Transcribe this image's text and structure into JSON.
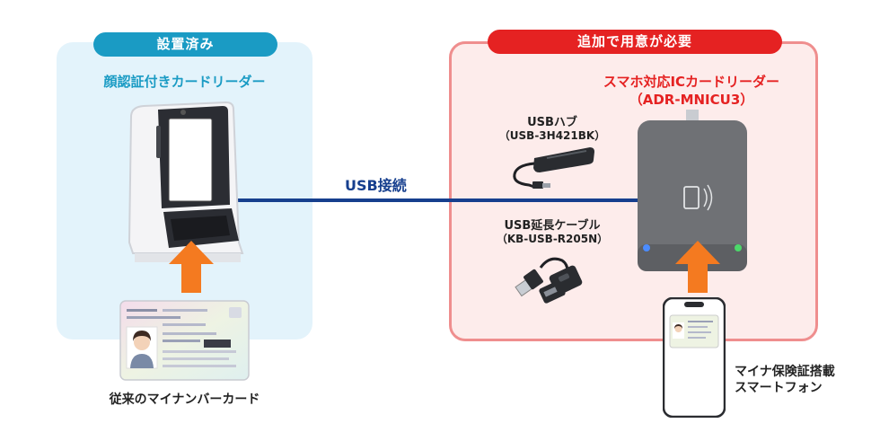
{
  "left_panel": {
    "badge": "設置済み",
    "title": "顔認証付きカードリーダー"
  },
  "right_panel": {
    "badge": "追加で用意が必要",
    "reader_title": "スマホ対応ICカードリーダー",
    "reader_model": "（ADR-MNICU3）",
    "hub_title": "USBハブ",
    "hub_model": "（USB-3H421BK）",
    "cable_title": "USB延長ケーブル",
    "cable_model": "（KB-USB-R205N）"
  },
  "connection_label": "USB接続",
  "card_caption": "従来のマイナンバーカード",
  "phone_caption_line1": "マイナ保険証搭載",
  "phone_caption_line2": "スマートフォン",
  "colors": {
    "left_bg": "#e3f3fb",
    "left_accent": "#1a9bc4",
    "right_bg": "#fdeceb",
    "right_accent": "#e52222",
    "arrow": "#f47a20",
    "line": "#163f8e"
  },
  "icons": {
    "face_terminal": "face-recognition-terminal-icon",
    "card": "my-number-card-icon",
    "hub": "usb-hub-icon",
    "cable": "usb-extension-cable-icon",
    "reader": "ic-card-reader-icon",
    "phone": "smartphone-icon"
  }
}
